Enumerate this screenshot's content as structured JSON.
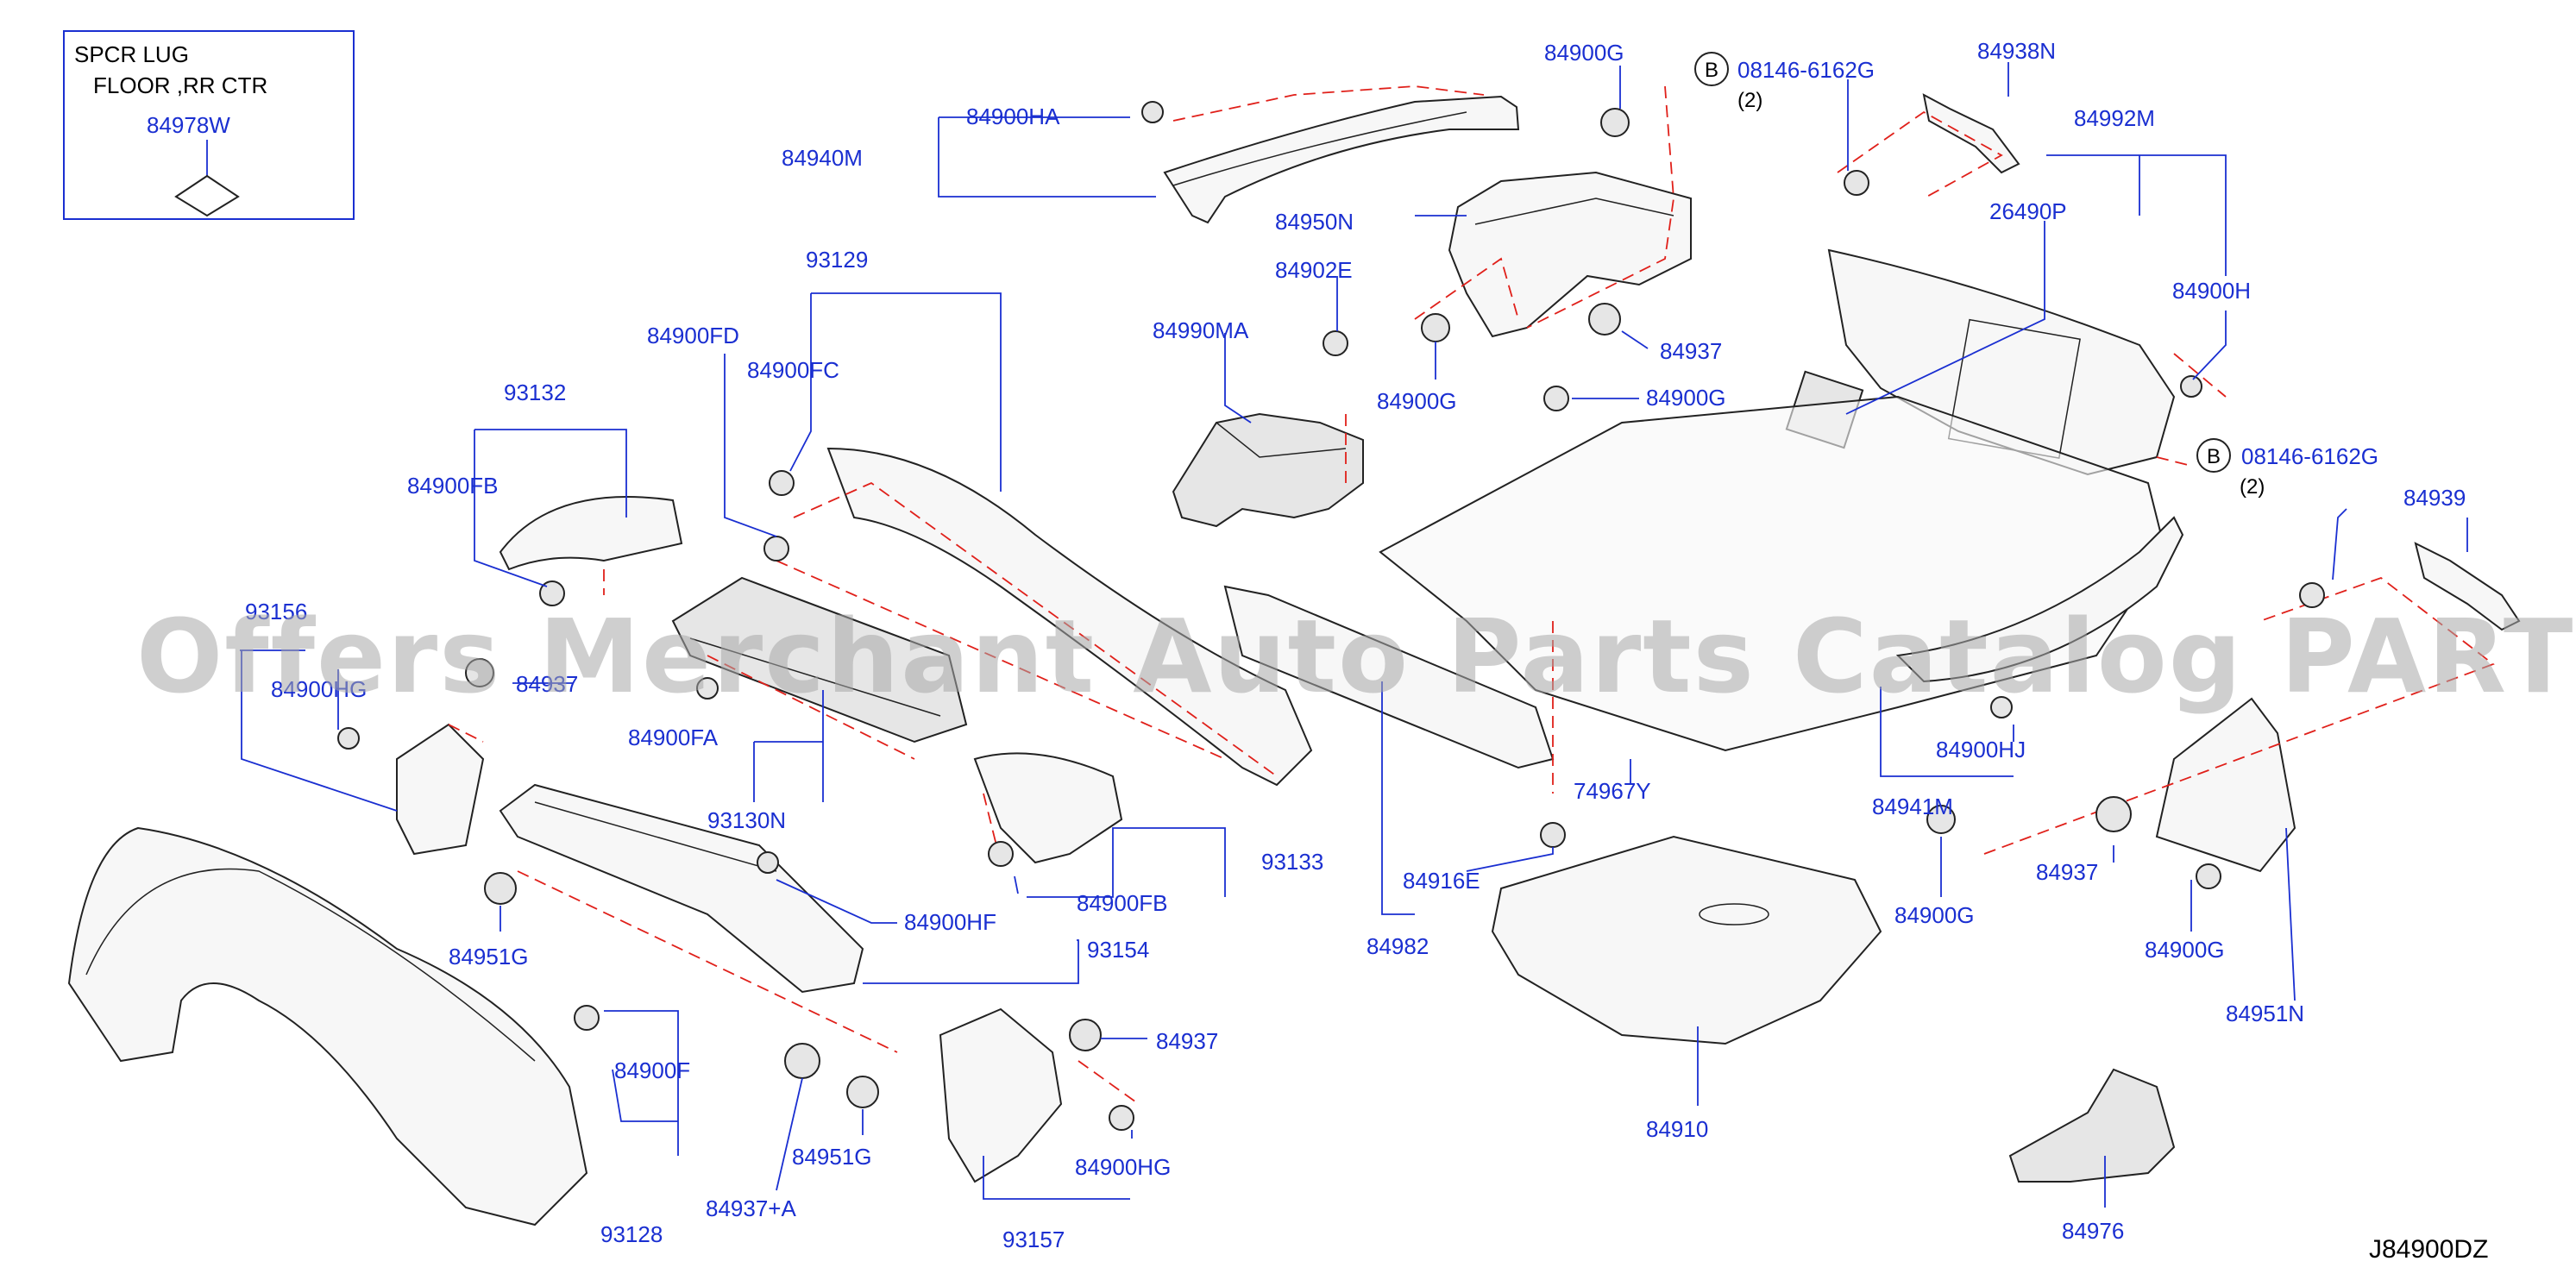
{
  "inset": {
    "line1": "SPCR   LUG",
    "line2": "FLOOR   ,RR   CTR",
    "part": "84978W"
  },
  "labels": {
    "p84900HA": "84900HA",
    "p84940M": "84940M",
    "p84900G_top": "84900G",
    "p08146_top": "08146-6162G",
    "p08146_top_qty": "(2)",
    "b_top": "B",
    "p84938N": "84938N",
    "p84992M": "84992M",
    "p26490P": "26490P",
    "p84900H": "84900H",
    "p84950N": "84950N",
    "p84902E": "84902E",
    "p84937_top": "84937",
    "p84900G_mid1": "84900G",
    "p84900G_mid2": "84900G",
    "p84990MA": "84990MA",
    "p93129": "93129",
    "p84900FD": "84900FD",
    "p84900FC": "84900FC",
    "p93132": "93132",
    "p84900FB_left": "84900FB",
    "p93156": "93156",
    "p84900HG_left": "84900HG",
    "p84937_left": "84937",
    "p84900FA": "84900FA",
    "p93130N": "93130N",
    "p84951G_left": "84951G",
    "p84900HF": "84900HF",
    "p93154": "93154",
    "p84900FB_mid": "84900FB",
    "p93133": "93133",
    "p84916E": "84916E",
    "p84982": "84982",
    "p74967Y": "74967Y",
    "b_right": "B",
    "p08146_right": "08146-6162G",
    "p08146_right_qty": "(2)",
    "p84939": "84939",
    "p84900HJ": "84900HJ",
    "p84941M": "84941M",
    "p84937_right": "84937",
    "p84900G_right1": "84900G",
    "p84900G_right2": "84900G",
    "p84951N": "84951N",
    "p84900F": "84900F",
    "p93128": "93128",
    "p84937A": "84937+A",
    "p84951G_bottom": "84951G",
    "p84937_bottom": "84937",
    "p84900HG_bottom": "84900HG",
    "p93157": "93157",
    "p84910": "84910",
    "p84976": "84976",
    "diagram_id": "J84900DZ"
  },
  "watermark": "Offers Merchant Auto Parts Catalog PARTSTORE.SA",
  "colors": {
    "label": "#1a2fd1",
    "dash": "#e0201a",
    "line": "#222222",
    "watermark": "#a8a8a8"
  }
}
